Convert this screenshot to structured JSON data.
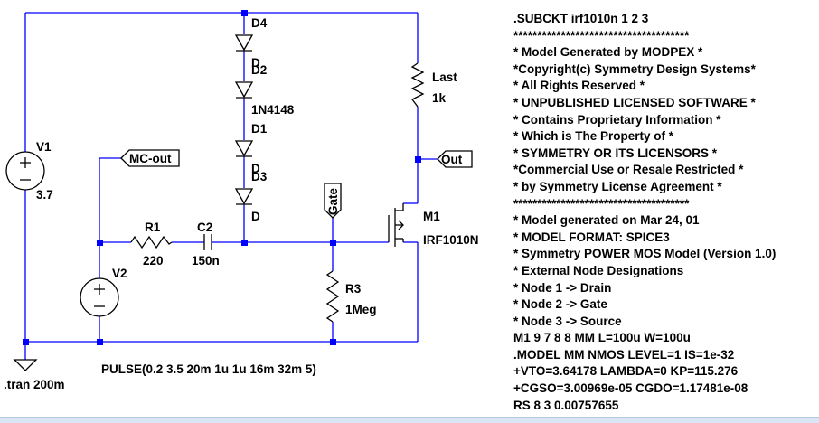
{
  "schematic": {
    "components": {
      "v1": {
        "name": "V1",
        "value": "3.7"
      },
      "v2": {
        "name": "V2"
      },
      "r1": {
        "name": "R1",
        "value": "220"
      },
      "c2": {
        "name": "C2",
        "value": "150n"
      },
      "r3": {
        "name": "R3",
        "value": "1Meg"
      },
      "last": {
        "name": "Last",
        "value": "1k"
      },
      "m1": {
        "name": "M1",
        "value": "IRF1010N"
      },
      "d4": {
        "name": "D4",
        "value": "D"
      },
      "d2": {
        "name": "D2",
        "value": "1N4148"
      },
      "d1": {
        "name": "D1",
        "value": "D"
      },
      "d3": {
        "name": "D3",
        "value": "D"
      }
    },
    "net_labels": {
      "mc_out": "MC-out",
      "gate": "Gate",
      "out": "Out"
    },
    "pulse_directive": "PULSE(0.2 3.5 20m 1u 1u 16m 32m 5)",
    "tran_directive": ".tran 200m",
    "colors": {
      "wire": "#0000ff",
      "component": "#000000",
      "background": "#ffffff"
    }
  },
  "spice_lines": [
    ".SUBCKT irf1010n 1 2 3",
    "*************************************",
    "* Model Generated by MODPEX *",
    "*Copyright(c) Symmetry Design Systems*",
    "* All Rights Reserved *",
    "* UNPUBLISHED LICENSED SOFTWARE *",
    "* Contains Proprietary Information *",
    "* Which is The Property of *",
    "* SYMMETRY OR ITS LICENSORS *",
    "*Commercial Use or Resale Restricted *",
    "* by Symmetry License Agreement *",
    "*************************************",
    "* Model generated on Mar 24, 01",
    "* MODEL FORMAT: SPICE3",
    "* Symmetry POWER MOS Model (Version 1.0)",
    "* External Node Designations",
    "* Node 1 -> Drain",
    "* Node 2 -> Gate",
    "* Node 3 -> Source",
    "M1 9 7 8 8 MM L=100u W=100u",
    ".MODEL MM NMOS LEVEL=1 IS=1e-32",
    "+VTO=3.64178 LAMBDA=0 KP=115.276",
    "+CGSO=3.00969e-05 CGDO=1.17481e-08",
    "RS 8 3 0.00757655"
  ]
}
